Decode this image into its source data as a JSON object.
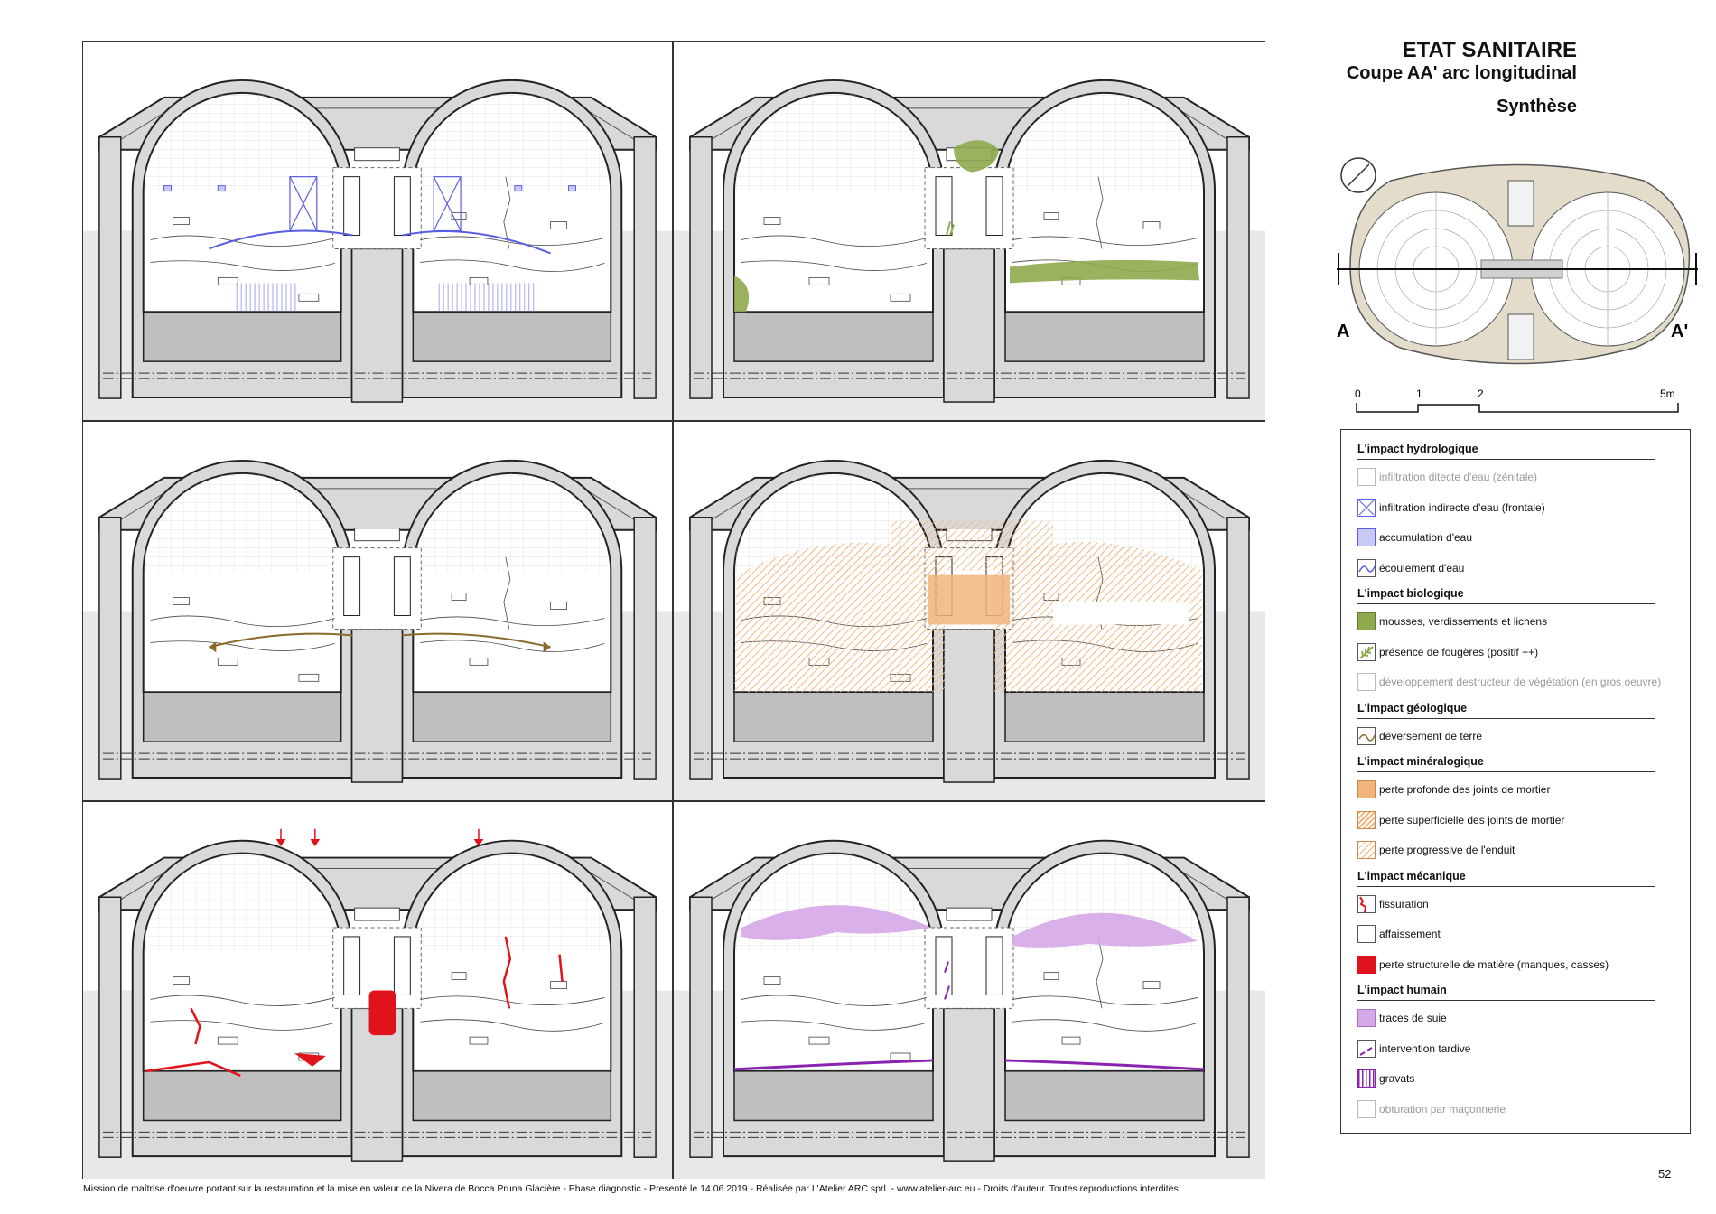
{
  "title": {
    "line1": "ETAT SANITAIRE",
    "line2": "Coupe AA' arc longitudinal",
    "line3": "Synthèse"
  },
  "plan": {
    "label_a": "A",
    "label_a_prime": "A'"
  },
  "scale": {
    "ticks": [
      "0",
      "1",
      "2",
      "5m"
    ]
  },
  "legend": {
    "sections": [
      {
        "title": "L'impact hydrologique",
        "items": [
          {
            "label": "infiltration ditecte d'eau (zénitale)",
            "dim": true
          },
          {
            "label": "infiltration indirecte d'eau (frontale)",
            "dim": false
          },
          {
            "label": "accumulation d'eau",
            "dim": false
          },
          {
            "label": "écoulement d'eau",
            "dim": false
          }
        ]
      },
      {
        "title": "L'impact biologique",
        "items": [
          {
            "label": "mousses, verdissements et lichens",
            "dim": false
          },
          {
            "label": "présence de fougères (positif ++)",
            "dim": false
          },
          {
            "label": "développement destructeur de végétation (en gros oeuvre)",
            "dim": true
          }
        ]
      },
      {
        "title": "L'impact géologique",
        "items": [
          {
            "label": "déversement de terre",
            "dim": false
          }
        ]
      },
      {
        "title": "L'impact minéralogique",
        "items": [
          {
            "label": "perte profonde des joints de mortier",
            "dim": false
          },
          {
            "label": "perte superficielle des joints de mortier",
            "dim": false
          },
          {
            "label": "perte progressive de l'enduit",
            "dim": false
          }
        ]
      },
      {
        "title": "L'impact mécanique",
        "items": [
          {
            "label": "fissuration",
            "dim": false
          },
          {
            "label": "affaissement",
            "dim": false
          },
          {
            "label": "perte structurelle de matière (manques, casses)",
            "dim": false
          }
        ]
      },
      {
        "title": "L'impact humain",
        "items": [
          {
            "label": "traces de suie",
            "dim": false
          },
          {
            "label": "intervention tardive",
            "dim": false
          },
          {
            "label": "gravats",
            "dim": false
          },
          {
            "label": "obturation par maçonnerie",
            "dim": true
          }
        ]
      }
    ]
  },
  "colors": {
    "water": "#5a5ee0",
    "water_fill": "#c8c9f4",
    "moss": "#8fa94f",
    "soil": "#8a6a2a",
    "mortar": "#f1b57c",
    "crack": "#e0121b",
    "soot": "#d6a7e8",
    "late": "#8a23b0",
    "wall": "#d9d9d9",
    "ground": "#bfbfbf"
  },
  "footer": "Mission de maîtrise d'oeuvre portant sur la restauration et la mise en valeur de la Nivera de Bocca Pruna Glacière - Phase diagnostic - Presenté le 14.06.2019 - Réalisée par L'Atelier ARC sprl. - www.atelier-arc.eu - Droits d'auteur. Toutes reproductions interdites.",
  "page_number": "52"
}
